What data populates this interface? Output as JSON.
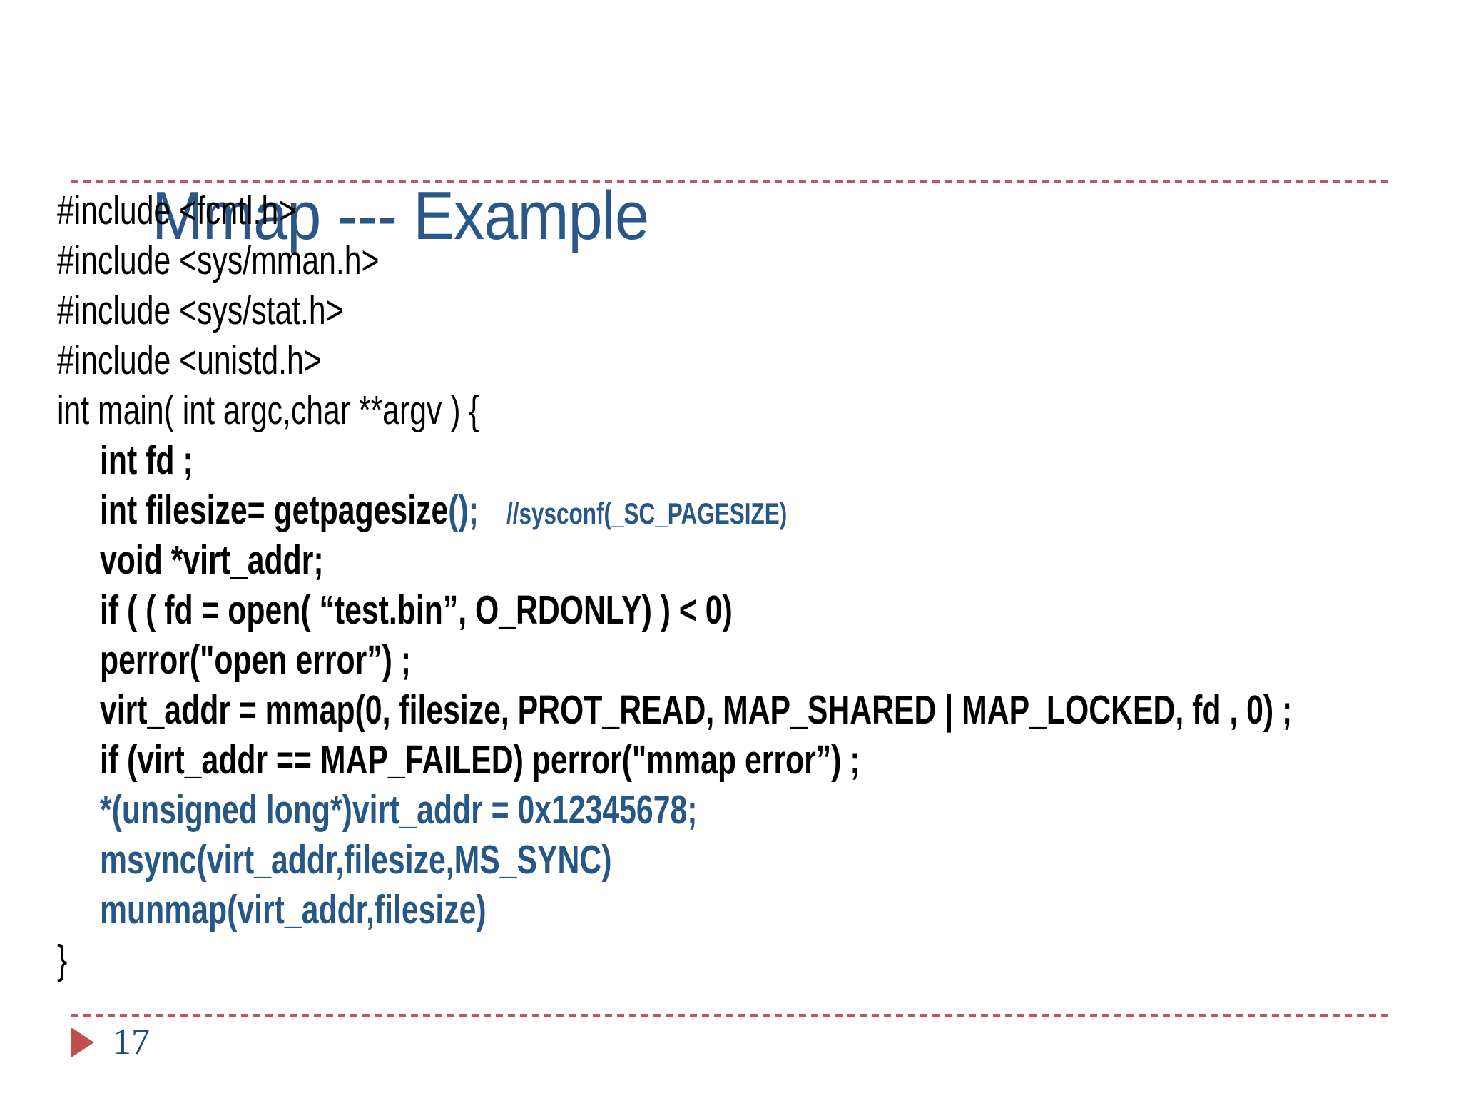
{
  "slide": {
    "title": "Mmap --- Example",
    "page_number": "17",
    "colors": {
      "title_blue": "#2b5788",
      "code_blue": "#265787",
      "code_black": "#000000",
      "rule_red": "#c25461",
      "triangle_red": "#c0504d",
      "page_number_blue": "#1f497d"
    },
    "code": {
      "lines": [
        {
          "indent": false,
          "bold": false,
          "segments": [
            {
              "text": "#include <fcntl.h>",
              "color": "black"
            }
          ]
        },
        {
          "indent": false,
          "bold": false,
          "segments": [
            {
              "text": "#include <sys/mman.h>",
              "color": "black"
            }
          ]
        },
        {
          "indent": false,
          "bold": false,
          "segments": [
            {
              "text": "#include <sys/stat.h>",
              "color": "black"
            }
          ]
        },
        {
          "indent": false,
          "bold": false,
          "segments": [
            {
              "text": "#include <unistd.h>",
              "color": "black"
            }
          ]
        },
        {
          "indent": false,
          "bold": false,
          "segments": [
            {
              "text": "int main( int argc,char **argv ) {",
              "color": "black"
            }
          ]
        },
        {
          "indent": true,
          "bold": true,
          "segments": [
            {
              "text": "int fd ;",
              "color": "black"
            }
          ]
        },
        {
          "indent": true,
          "bold": true,
          "segments": [
            {
              "text": "int filesize= getpagesize",
              "color": "black"
            },
            {
              "text": "();",
              "color": "blue"
            },
            {
              "text": "//sysconf(_SC_PAGESIZE)",
              "color": "blue",
              "small": true
            }
          ]
        },
        {
          "indent": true,
          "bold": true,
          "segments": [
            {
              "text": "void *virt_addr;",
              "color": "black"
            }
          ]
        },
        {
          "indent": true,
          "bold": true,
          "segments": [
            {
              "text": "if ( ( fd = open( “test.bin”, O_RDONLY) ) < 0)",
              "color": "black"
            }
          ]
        },
        {
          "indent": true,
          "bold": true,
          "segments": [
            {
              "text": "perror(\"open error”) ;",
              "color": "black"
            }
          ]
        },
        {
          "indent": true,
          "bold": true,
          "segments": [
            {
              "text": "virt_addr = mmap(0, filesize, PROT_READ, MAP_SHARED | MAP_LOCKED, fd , 0) ;",
              "color": "black"
            }
          ]
        },
        {
          "indent": true,
          "bold": true,
          "segments": [
            {
              "text": "if (virt_addr == MAP_FAILED) perror(\"mmap error”) ;",
              "color": "black"
            }
          ]
        },
        {
          "indent": true,
          "bold": true,
          "segments": [
            {
              "text": "*(unsigned long*)virt_addr = 0x12345678;",
              "color": "blue"
            }
          ]
        },
        {
          "indent": true,
          "bold": true,
          "segments": [
            {
              "text": "msync(virt_addr,filesize,MS_SYNC)",
              "color": "blue"
            }
          ]
        },
        {
          "indent": true,
          "bold": true,
          "segments": [
            {
              "text": "munmap(virt_addr,filesize)",
              "color": "blue"
            }
          ]
        },
        {
          "indent": false,
          "bold": false,
          "segments": [
            {
              "text": "}",
              "color": "black"
            }
          ]
        }
      ]
    }
  }
}
